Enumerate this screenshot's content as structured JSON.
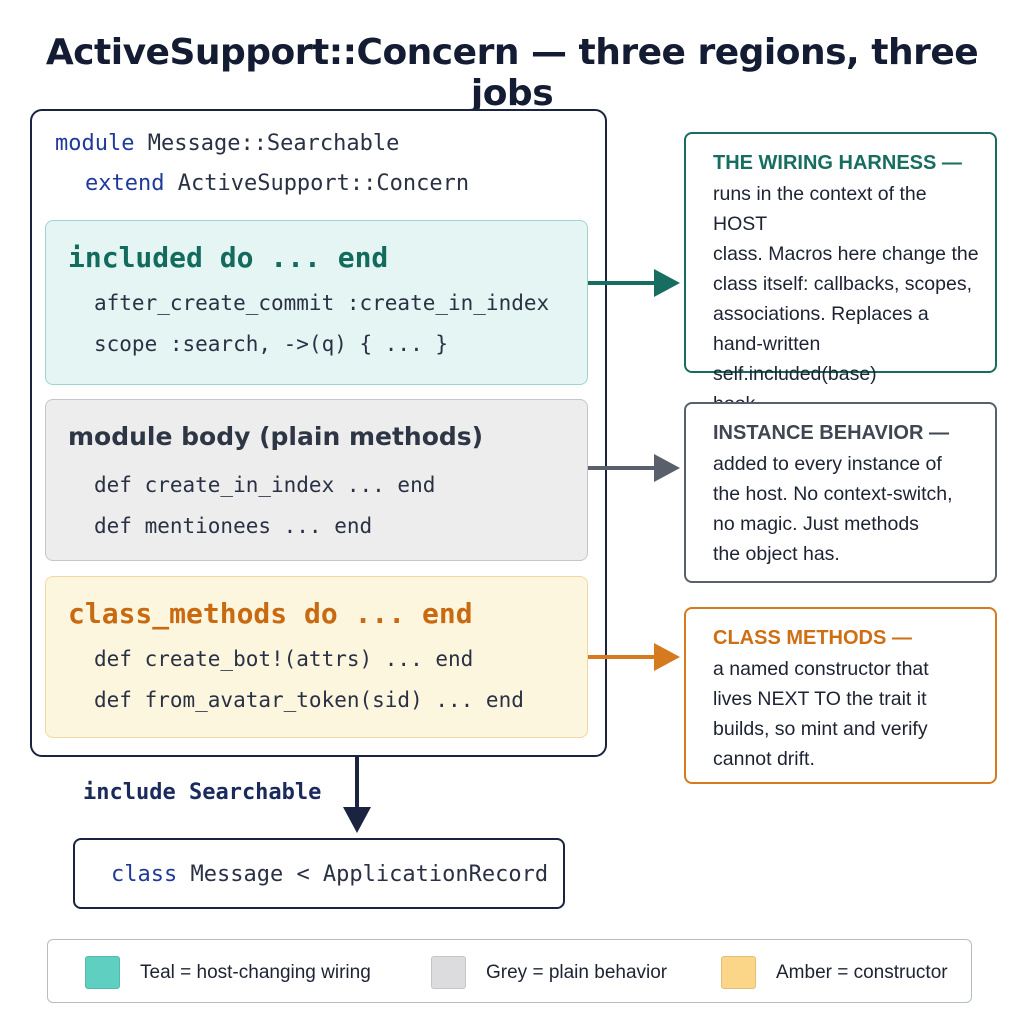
{
  "title": "ActiveSupport::Concern — three regions, three jobs",
  "module": {
    "line1": {
      "keyword": "module",
      "rest": " Message::Searchable"
    },
    "line2": {
      "keyword": "extend",
      "rest": " ActiveSupport::Concern"
    }
  },
  "regions": {
    "teal": {
      "heading": "included do ... end",
      "lines": [
        "after_create_commit :create_in_index",
        "scope :search, ->(q) { ... }"
      ]
    },
    "grey": {
      "heading": "module body (plain methods)",
      "lines": [
        "def create_in_index ... end",
        "def mentionees ... end"
      ]
    },
    "amber": {
      "heading": "class_methods do ... end",
      "lines": [
        "def create_bot!(attrs) ... end",
        "def from_avatar_token(sid) ... end"
      ]
    }
  },
  "callouts": {
    "teal": {
      "heading": "THE WIRING HARNESS —",
      "lines": [
        "runs in the context of the HOST",
        "class. Macros here change the",
        "class itself: callbacks, scopes,",
        "associations. Replaces a",
        "hand-written self.included(base)",
        "hook."
      ]
    },
    "grey": {
      "heading": "INSTANCE BEHAVIOR —",
      "lines": [
        "added to every instance of",
        "the host. No context-switch,",
        "no magic. Just methods",
        "the object has."
      ]
    },
    "amber": {
      "heading": "CLASS METHODS —",
      "lines": [
        "a named constructor that",
        "lives NEXT TO the trait it",
        "builds, so mint and verify",
        "cannot drift."
      ]
    }
  },
  "include_label": "include Searchable",
  "host": {
    "keyword": "class",
    "rest": " Message < ApplicationRecord"
  },
  "legend": [
    {
      "label": "Teal = host-changing wiring",
      "color": "#5fcfc2"
    },
    {
      "label": "Grey = plain behavior",
      "color": "#dcdcde"
    },
    {
      "label": "Amber = constructor",
      "color": "#fbd689"
    }
  ],
  "colors": {
    "teal": "#166d60",
    "grey": "#59606b",
    "amber": "#d57a1e",
    "navy": "#1a2340"
  }
}
